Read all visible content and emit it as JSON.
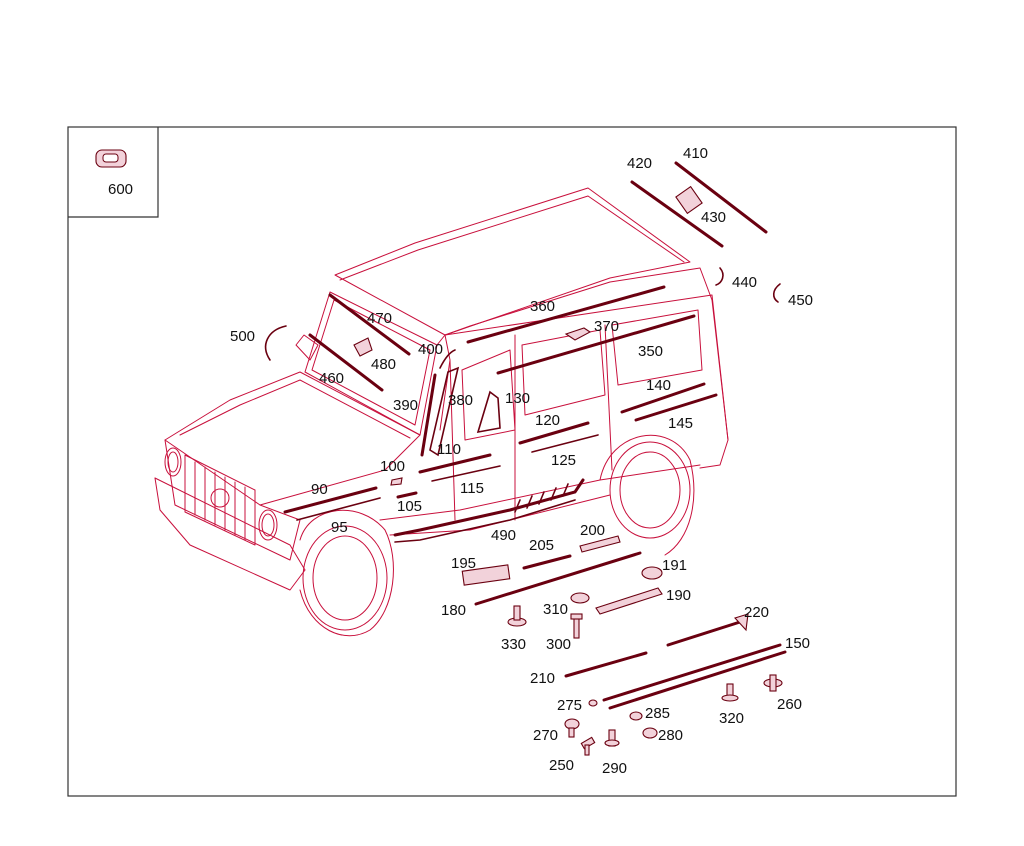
{
  "diagram": {
    "inset_label": "600",
    "callouts": {
      "c410": "410",
      "c420": "420",
      "c430": "430",
      "c440": "440",
      "c450": "450",
      "c360": "360",
      "c370": "370",
      "c350": "350",
      "c470": "470",
      "c480": "480",
      "c500": "500",
      "c460": "460",
      "c400": "400",
      "c390": "390",
      "c380": "380",
      "c130": "130",
      "c140": "140",
      "c145": "145",
      "c120": "120",
      "c110": "110",
      "c125": "125",
      "c100": "100",
      "c115": "115",
      "c90": "90",
      "c105": "105",
      "c95": "95",
      "c490": "490",
      "c200": "200",
      "c205": "205",
      "c195": "195",
      "c191": "191",
      "c180": "180",
      "c310": "310",
      "c190": "190",
      "c330": "330",
      "c300": "300",
      "c220": "220",
      "c150": "150",
      "c210": "210",
      "c275": "275",
      "c285": "285",
      "c320": "320",
      "c260": "260",
      "c270": "270",
      "c280": "280",
      "c250": "250",
      "c290": "290"
    }
  },
  "colors": {
    "outline": "#c8103c",
    "parts": "#6a0010",
    "frame": "#333333"
  }
}
